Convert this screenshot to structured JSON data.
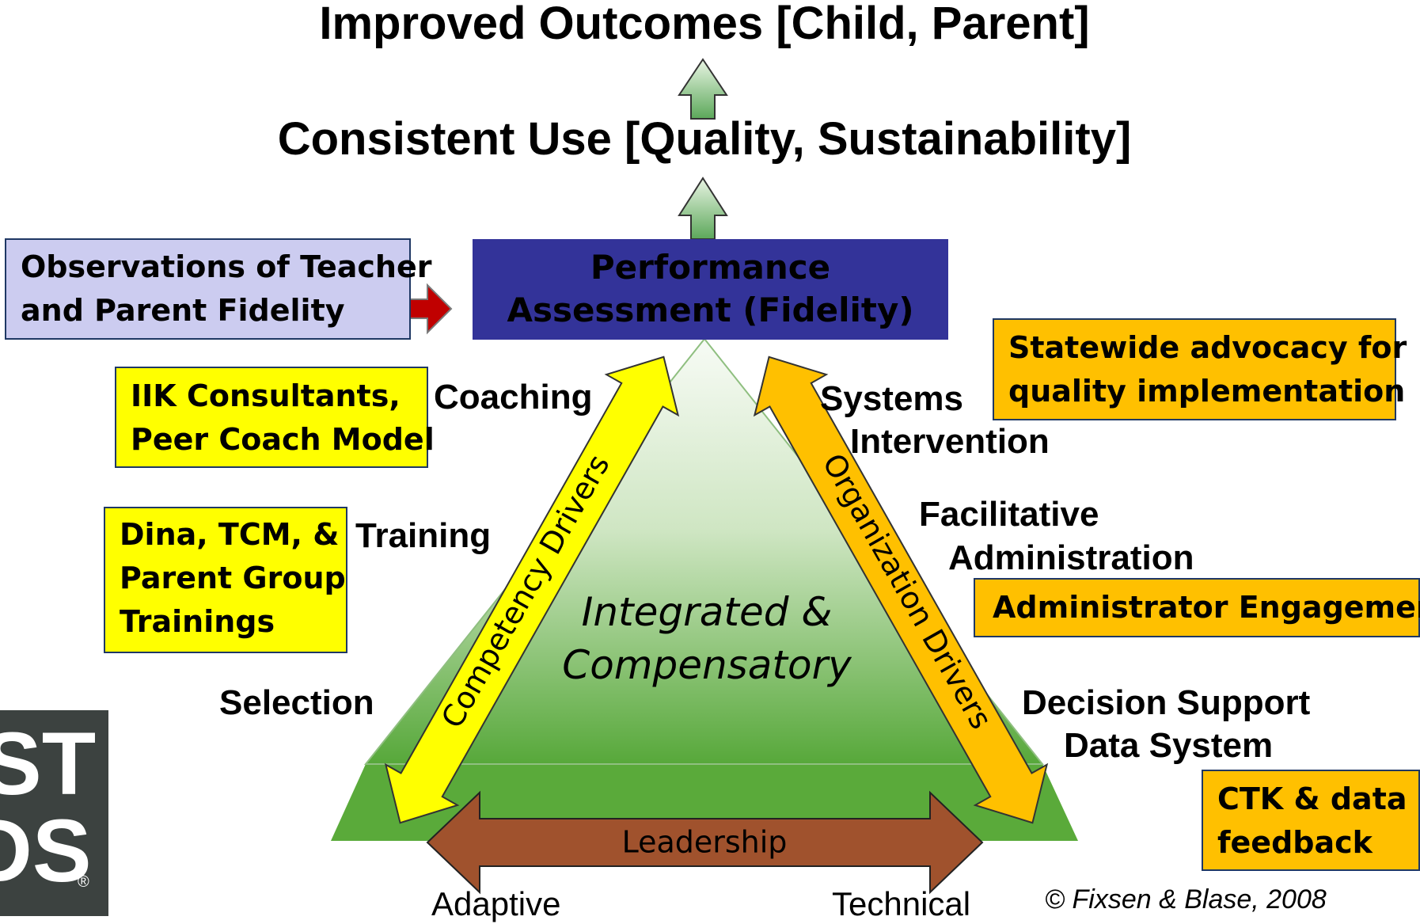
{
  "title_top": "Improved Outcomes [Child, Parent]",
  "title_mid": "Consistent Use [Quality, Sustainability]",
  "performance": {
    "line1": "Performance",
    "line2": "Assessment (Fidelity)"
  },
  "observations": {
    "line1": "Observations of Teacher",
    "line2": "and Parent Fidelity"
  },
  "coaching_box": {
    "line1": "IIK Consultants,",
    "line2": "Peer Coach Model"
  },
  "training_box": {
    "line1": "Dina, TCM, &",
    "line2": "Parent Group",
    "line3": "Trainings"
  },
  "statewide_box": {
    "line1": "Statewide advocacy for",
    "line2": "quality implementation"
  },
  "admin_box": "Administrator Engagement",
  "ctk_box": {
    "line1": "CTK & data",
    "line2": "feedback"
  },
  "labels": {
    "coaching": "Coaching",
    "training": "Training",
    "selection": "Selection",
    "systems": {
      "line1": "Systems",
      "line2": "Intervention"
    },
    "facilitative": {
      "line1": "Facilitative",
      "line2": "Administration"
    },
    "decision": {
      "line1": "Decision Support",
      "line2": "Data System"
    },
    "adaptive": "Adaptive",
    "technical": "Technical"
  },
  "center_text": {
    "line1": "Integrated &",
    "line2": "Compensatory"
  },
  "competency_drivers": "Competency Drivers",
  "organization_drivers": "Organization Drivers",
  "leadership": "Leadership",
  "copyright": "© Fixsen & Blase, 2008",
  "logo": {
    "line1": "ST",
    "line2": "DS",
    "mark": "®"
  },
  "colors": {
    "performance_bg": "#333399",
    "observations_bg": "#ccccf0",
    "yellow": "#ffff00",
    "orange": "#ffc000",
    "leadership": "#a0522d",
    "green_dark": "#5aaa3a",
    "logo_bg": "#3c4240",
    "up_arrow": "#6fb86f",
    "red_arrow": "#c00000"
  }
}
